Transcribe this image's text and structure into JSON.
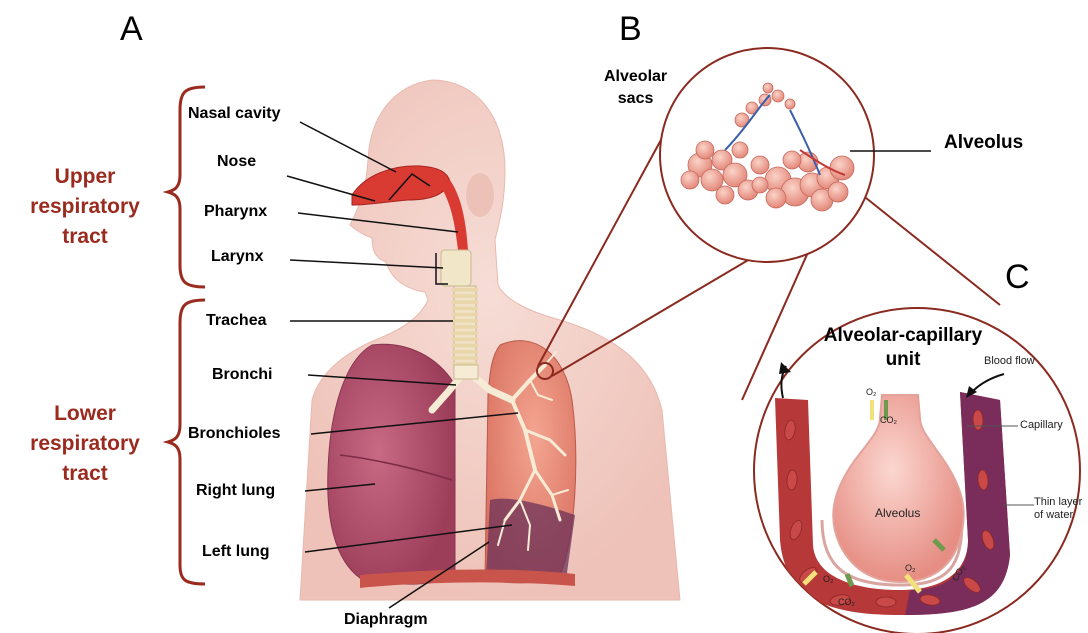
{
  "panels": {
    "a": "A",
    "b": "B",
    "c": "C"
  },
  "groups": {
    "upper": [
      "Upper",
      "respiratory",
      "tract"
    ],
    "lower": [
      "Lower",
      "respiratory",
      "tract"
    ]
  },
  "labels_a": {
    "nasal_cavity": "Nasal cavity",
    "nose": "Nose",
    "pharynx": "Pharynx",
    "larynx": "Larynx",
    "trachea": "Trachea",
    "bronchi": "Bronchi",
    "bronchioles": "Bronchioles",
    "right_lung": "Right lung",
    "left_lung": "Left lung",
    "diaphragm": "Diaphragm"
  },
  "labels_b": {
    "alveolar_sacs": [
      "Alveolar",
      "sacs"
    ],
    "alveolus": "Alveolus"
  },
  "labels_c": {
    "title": [
      "Alveolar-capillary",
      "unit"
    ],
    "blood_flow": "Blood flow",
    "capillary": "Capillary",
    "thin_layer": [
      "Thin layer",
      "of water"
    ],
    "alveolus": "Alveolus",
    "o2": "O₂",
    "co2": "CO₂"
  },
  "colors": {
    "group_text": "#9b2a1f",
    "bracket": "#9b2a1f",
    "circle_outline": "#8a2a20",
    "lung_left": "#b3536e",
    "lung_right": "#e58a77",
    "airway": "#d93a32",
    "skin": "#f3d4cc",
    "capillary_red": "#b73838",
    "capillary_purple": "#7a2d5a",
    "alveolus_pink": "#f2b0a6"
  }
}
